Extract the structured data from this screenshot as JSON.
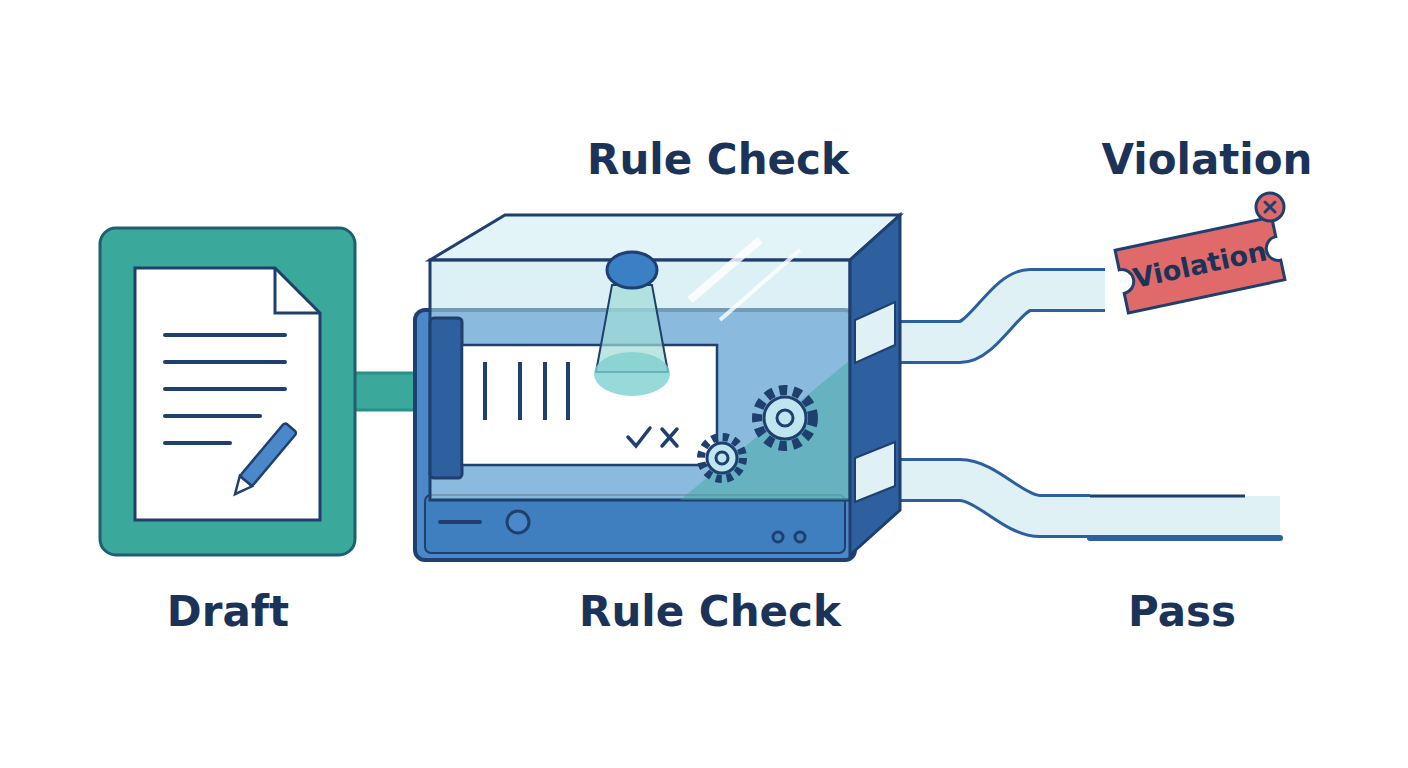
{
  "diagram": {
    "nodes": [
      {
        "text": [
          "Draft"
        ]
      },
      {
        "text": [
          "Rule Check",
          "Rule Check"
        ]
      },
      {
        "text": [
          "Violation",
          "Violation"
        ]
      },
      {
        "text": [
          "Pass"
        ]
      }
    ],
    "edges": [
      {
        "from": 0,
        "to": 1,
        "arrow": "none"
      },
      {
        "from": 1,
        "to": 2,
        "arrow": "none"
      },
      {
        "from": 1,
        "to": 3,
        "arrow": "none"
      }
    ]
  }
}
